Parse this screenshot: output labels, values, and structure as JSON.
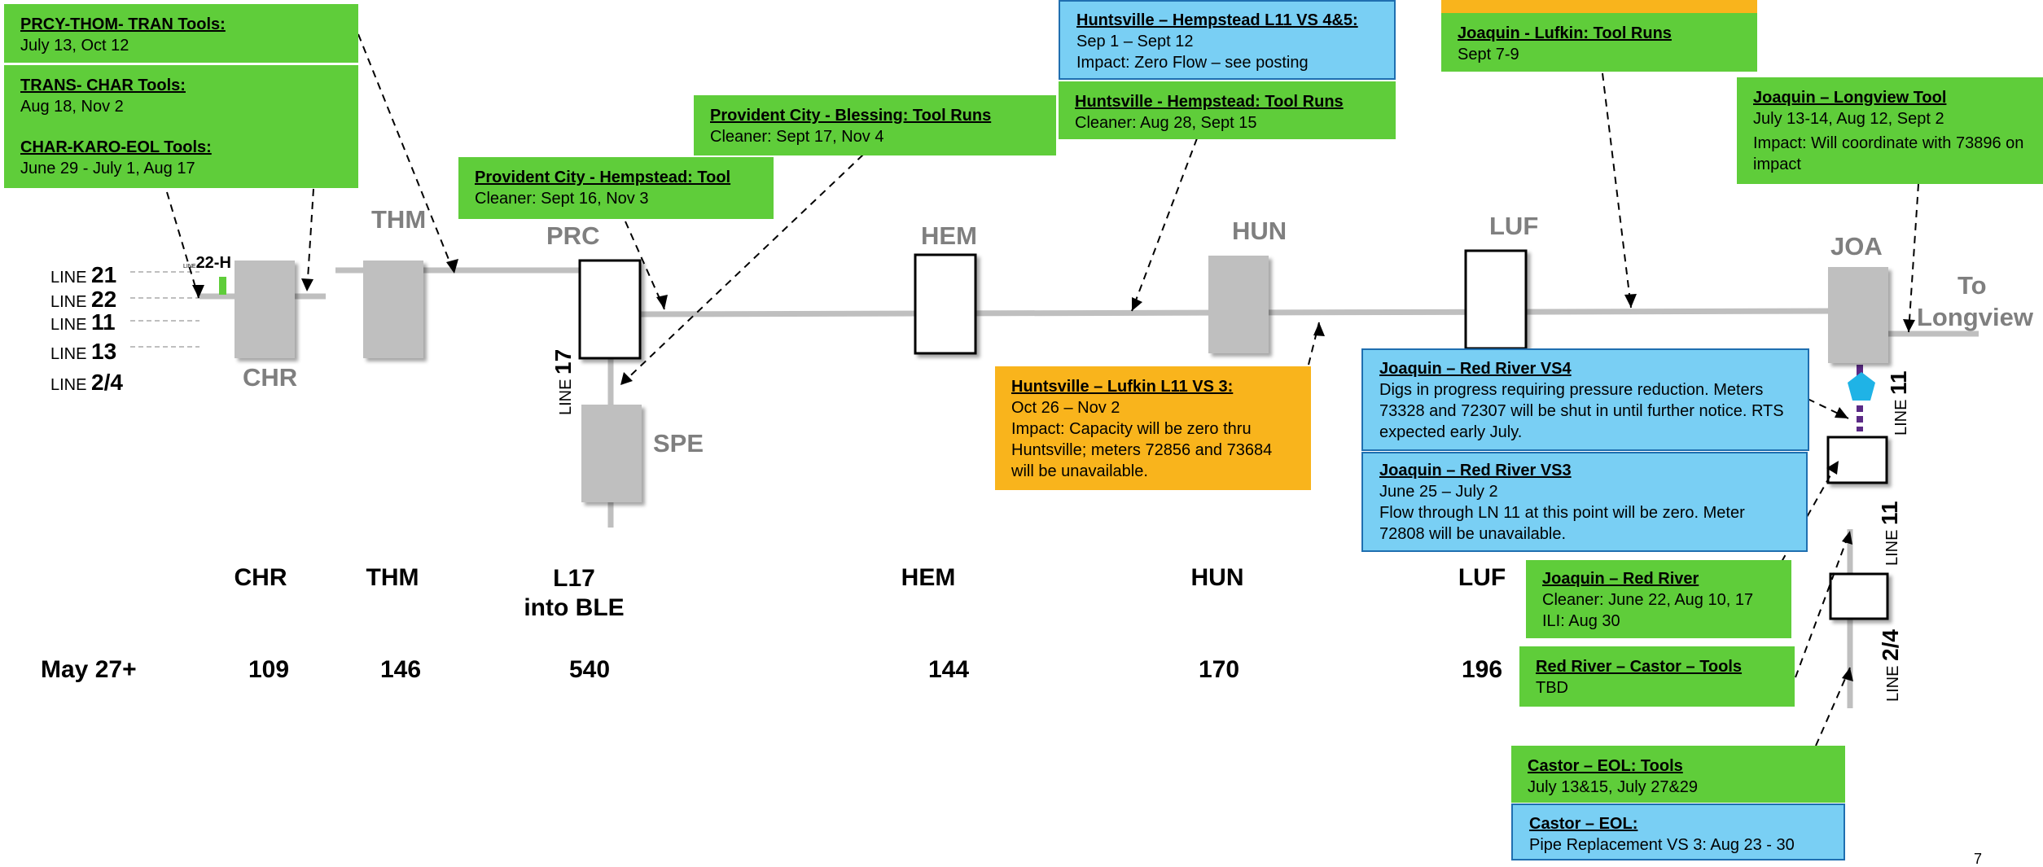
{
  "stations": {
    "chr": "CHR",
    "thm": "THM",
    "prc": "PRC",
    "hem": "HEM",
    "hun": "HUN",
    "luf": "LUF",
    "joa": "JOA",
    "spe": "SPE",
    "to_longview_1": "To",
    "to_longview_2": "Longview"
  },
  "lines": {
    "prefix": "LINE",
    "l21": "21",
    "l22": "22",
    "l11": "11",
    "l13": "13",
    "l24": "2/4",
    "l22h": "22-H",
    "line17": "17",
    "line11_a": "11",
    "line11_b": "11",
    "line24_v": "2/4"
  },
  "columns": {
    "chr": "CHR",
    "thm": "THM",
    "l17_1": "L17",
    "l17_2": "into BLE",
    "hem": "HEM",
    "hun": "HUN",
    "luf": "LUF"
  },
  "capacity_row": {
    "label": "May 27+",
    "chr": "109",
    "thm": "146",
    "l17": "540",
    "hem": "144",
    "hun": "170",
    "luf": "196"
  },
  "callouts": {
    "prcy_thom": {
      "title": "PRCY-THOM- TRAN Tools:",
      "lines": [
        "July 13, Oct 12"
      ]
    },
    "trans_char": {
      "title": "TRANS- CHAR Tools:",
      "lines": [
        "Aug 18, Nov 2"
      ]
    },
    "char_karo": {
      "title": "CHAR-KARO-EOL Tools:",
      "lines": [
        "June 29 - July 1, Aug 17"
      ]
    },
    "prov_hemp": {
      "title": "Provident City - Hempstead:  Tool",
      "lines": [
        "Cleaner:  Sept 16, Nov 3"
      ]
    },
    "prov_bless": {
      "title": "Provident City - Blessing:  Tool Runs",
      "lines": [
        "Cleaner:  Sept 17, Nov 4"
      ]
    },
    "hunt_hemp_vs": {
      "title": "Huntsville – Hempstead L11 VS 4&5:",
      "lines": [
        "Sep 1 – Sept 12",
        "Impact:  Zero Flow – see posting"
      ]
    },
    "hunt_hemp_tool": {
      "title": "Huntsville - Hempstead:  Tool Runs",
      "lines": [
        "Cleaner:  Aug 28, Sept 15"
      ]
    },
    "joa_luf": {
      "title": "Joaquin - Lufkin:  Tool Runs",
      "lines": [
        "Sept 7-9"
      ]
    },
    "joa_longview": {
      "title": "Joaquin – Longview Tool",
      "lines": [
        "July 13-14, Aug 12, Sept 2",
        "Impact: Will coordinate with 73896 on impact"
      ]
    },
    "hunt_luf": {
      "title": "Huntsville – Lufkin L11 VS 3:",
      "lines": [
        "Oct 26 – Nov 2",
        "Impact:  Capacity will be zero thru Huntsville; meters 72856 and 73684 will be unavailable."
      ]
    },
    "joa_rr_vs4": {
      "title": "Joaquin – Red River VS4",
      "lines": [
        "Digs in progress requiring pressure reduction. Meters 73328 and 72307 will be shut in until further notice.  RTS expected early July."
      ]
    },
    "joa_rr_vs3": {
      "title": "Joaquin – Red River VS3",
      "lines": [
        "June 25 – July 2",
        "Flow through LN 11 at this point will be zero.  Meter 72808 will be unavailable."
      ]
    },
    "joa_rr": {
      "title": "Joaquin – Red River",
      "lines": [
        "Cleaner:  June 22, Aug 10, 17",
        "ILI:  Aug 30"
      ]
    },
    "rr_castor": {
      "title": "Red River – Castor – Tools",
      "lines": [
        "TBD"
      ]
    },
    "castor_eol_tools": {
      "title": "Castor – EOL:  Tools",
      "lines": [
        "July 13&15, July 27&29"
      ]
    },
    "castor_eol": {
      "title": "Castor – EOL:",
      "lines": [
        "Pipe Replacement VS 3:  Aug 23 - 30"
      ]
    }
  },
  "page_number": "7",
  "colors": {
    "green": "#5fcd3a",
    "blue": "#79cff4",
    "orange": "#f9b41c",
    "pipe": "#bfbfbf",
    "station": "#bfbfbf",
    "pentagon": "#1fb3e6",
    "purple": "#5b2a86"
  }
}
